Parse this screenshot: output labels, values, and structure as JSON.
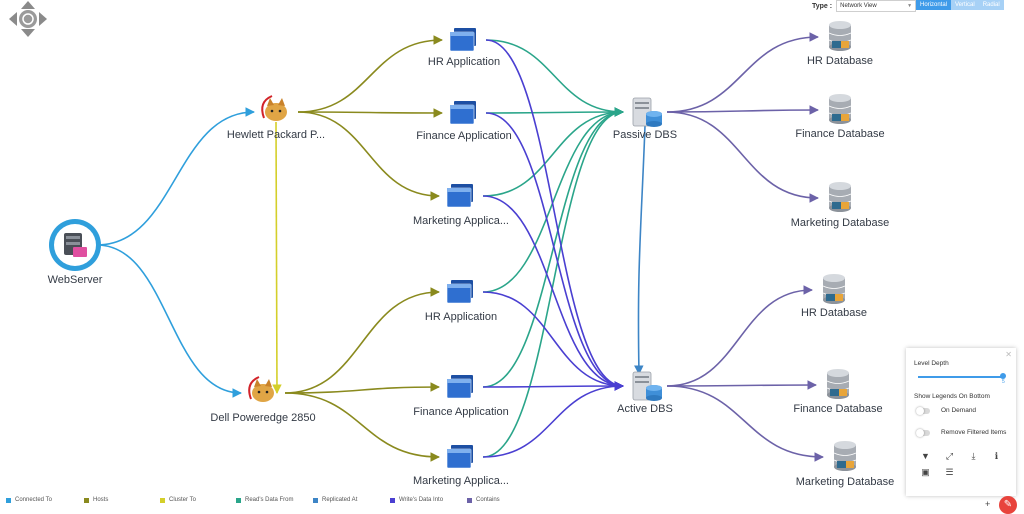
{
  "toolbar": {
    "type_label": "Type :",
    "type_value": "Network View",
    "layouts": [
      "Horizontal",
      "Vertical",
      "Radial"
    ],
    "active_layout": "Horizontal"
  },
  "nodes": [
    {
      "id": "webserver",
      "label": "WebServer",
      "icon": "server-icon"
    },
    {
      "id": "hp",
      "label": "Hewlett Packard P...",
      "icon": "tomcat-icon"
    },
    {
      "id": "dell",
      "label": "Dell Poweredge 2850",
      "icon": "tomcat-icon"
    },
    {
      "id": "hr1",
      "label": "HR Application",
      "icon": "application-icon"
    },
    {
      "id": "fin1",
      "label": "Finance Application",
      "icon": "application-icon"
    },
    {
      "id": "mkt1",
      "label": "Marketing Applica...",
      "icon": "application-icon"
    },
    {
      "id": "hr2",
      "label": "HR Application",
      "icon": "application-icon"
    },
    {
      "id": "fin2",
      "label": "Finance Application",
      "icon": "application-icon"
    },
    {
      "id": "mkt2",
      "label": "Marketing Applica...",
      "icon": "application-icon"
    },
    {
      "id": "passive",
      "label": "Passive DBS",
      "icon": "db-server-icon"
    },
    {
      "id": "active",
      "label": "Active DBS",
      "icon": "db-server-icon"
    },
    {
      "id": "hrdb1",
      "label": "HR Database",
      "icon": "mysql-database-icon"
    },
    {
      "id": "findb1",
      "label": "Finance Database",
      "icon": "mysql-database-icon"
    },
    {
      "id": "mktdb1",
      "label": "Marketing Database",
      "icon": "mysql-database-icon"
    },
    {
      "id": "hrdb2",
      "label": "HR Database",
      "icon": "mysql-database-icon"
    },
    {
      "id": "findb2",
      "label": "Finance Database",
      "icon": "mysql-database-icon"
    },
    {
      "id": "mktdb2",
      "label": "Marketing Database",
      "icon": "mysql-database-icon"
    }
  ],
  "edges": [
    {
      "from": "webserver",
      "to": "hp",
      "type": "connected"
    },
    {
      "from": "webserver",
      "to": "dell",
      "type": "connected"
    },
    {
      "from": "hp",
      "to": "dell",
      "type": "cluster"
    },
    {
      "from": "hp",
      "to": "hr1",
      "type": "hosts"
    },
    {
      "from": "hp",
      "to": "fin1",
      "type": "hosts"
    },
    {
      "from": "hp",
      "to": "mkt1",
      "type": "hosts"
    },
    {
      "from": "dell",
      "to": "hr2",
      "type": "hosts"
    },
    {
      "from": "dell",
      "to": "fin2",
      "type": "hosts"
    },
    {
      "from": "dell",
      "to": "mkt2",
      "type": "hosts"
    },
    {
      "from": "hr1",
      "to": "passive",
      "type": "reads"
    },
    {
      "from": "fin1",
      "to": "passive",
      "type": "reads"
    },
    {
      "from": "mkt1",
      "to": "passive",
      "type": "reads"
    },
    {
      "from": "hr2",
      "to": "passive",
      "type": "reads"
    },
    {
      "from": "fin2",
      "to": "passive",
      "type": "reads"
    },
    {
      "from": "mkt2",
      "to": "passive",
      "type": "reads"
    },
    {
      "from": "hr1",
      "to": "active",
      "type": "writes"
    },
    {
      "from": "fin1",
      "to": "active",
      "type": "writes"
    },
    {
      "from": "mkt1",
      "to": "active",
      "type": "writes"
    },
    {
      "from": "hr2",
      "to": "active",
      "type": "writes"
    },
    {
      "from": "fin2",
      "to": "active",
      "type": "writes"
    },
    {
      "from": "mkt2",
      "to": "active",
      "type": "writes"
    },
    {
      "from": "passive",
      "to": "active",
      "type": "replicated"
    },
    {
      "from": "passive",
      "to": "hrdb1",
      "type": "contains"
    },
    {
      "from": "passive",
      "to": "findb1",
      "type": "contains"
    },
    {
      "from": "passive",
      "to": "mktdb1",
      "type": "contains"
    },
    {
      "from": "active",
      "to": "hrdb2",
      "type": "contains"
    },
    {
      "from": "active",
      "to": "findb2",
      "type": "contains"
    },
    {
      "from": "active",
      "to": "mktdb2",
      "type": "contains"
    }
  ],
  "edge_colors": {
    "connected": "#2f9fdc",
    "hosts": "#8a8a1e",
    "cluster": "#d4cf2a",
    "reads": "#2aa58a",
    "replicated": "#3d85c6",
    "writes": "#4a3fd1",
    "contains": "#6c62a8"
  },
  "legend": [
    {
      "label": "Connected To",
      "type": "connected"
    },
    {
      "label": "Hosts",
      "type": "hosts"
    },
    {
      "label": "Cluster To",
      "type": "cluster"
    },
    {
      "label": "Read's Data From",
      "type": "reads"
    },
    {
      "label": "Replicated At",
      "type": "replicated"
    },
    {
      "label": "Write's Data Into",
      "type": "writes"
    },
    {
      "label": "Contains",
      "type": "contains"
    }
  ],
  "panel": {
    "level_depth_label": "Level Depth",
    "level_depth_value": "5",
    "show_legends_label": "Show Legends On Bottom",
    "on_demand_label": "On Demand",
    "remove_filtered_label": "Remove Filtered Items"
  }
}
